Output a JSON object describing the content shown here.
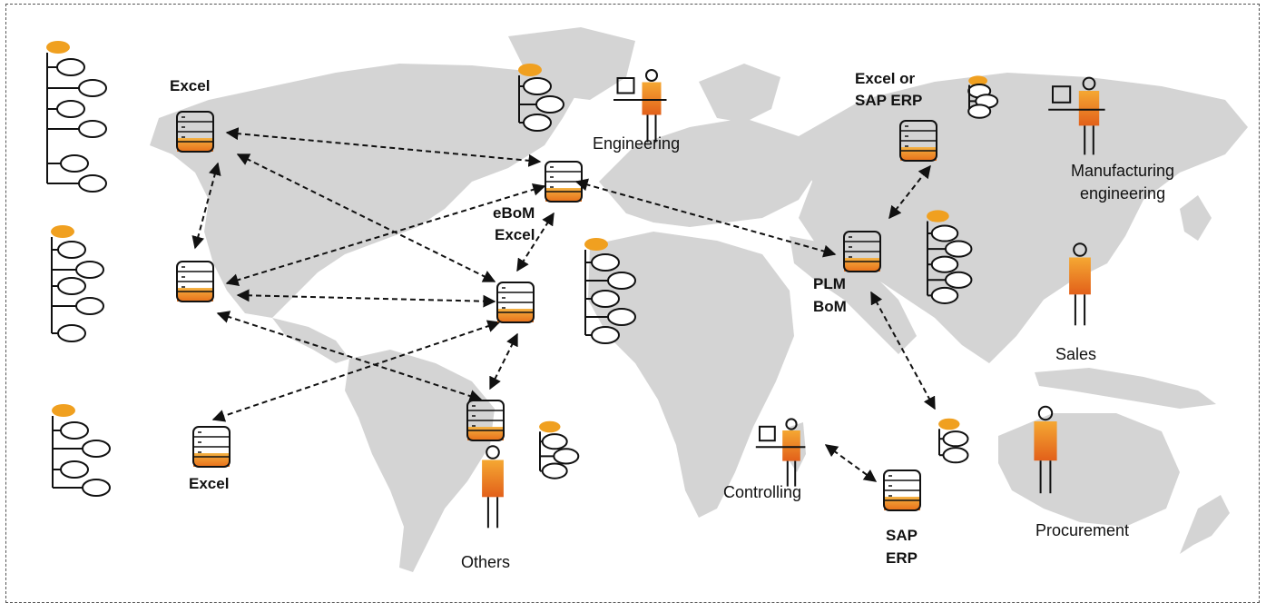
{
  "labels": {
    "excel_top": "Excel",
    "excel_bottom": "Excel",
    "ebom_line1": "eBoM",
    "ebom_line2": "Excel",
    "excel_or_line1": "Excel or",
    "excel_or_line2": "SAP ERP",
    "plm_line1": "PLM",
    "plm_line2": "BoM",
    "sap_line1": "SAP",
    "sap_line2": "ERP",
    "engineering": "Engineering",
    "manufacturing_line1": "Manufacturing",
    "manufacturing_line2": "engineering",
    "sales": "Sales",
    "controlling": "Controlling",
    "procurement": "Procurement",
    "others": "Others"
  },
  "colors": {
    "accent_orange": "#f0a020",
    "accent_dark_orange": "#e8701a",
    "map_gray": "#d4d4d4",
    "line": "#111111"
  }
}
